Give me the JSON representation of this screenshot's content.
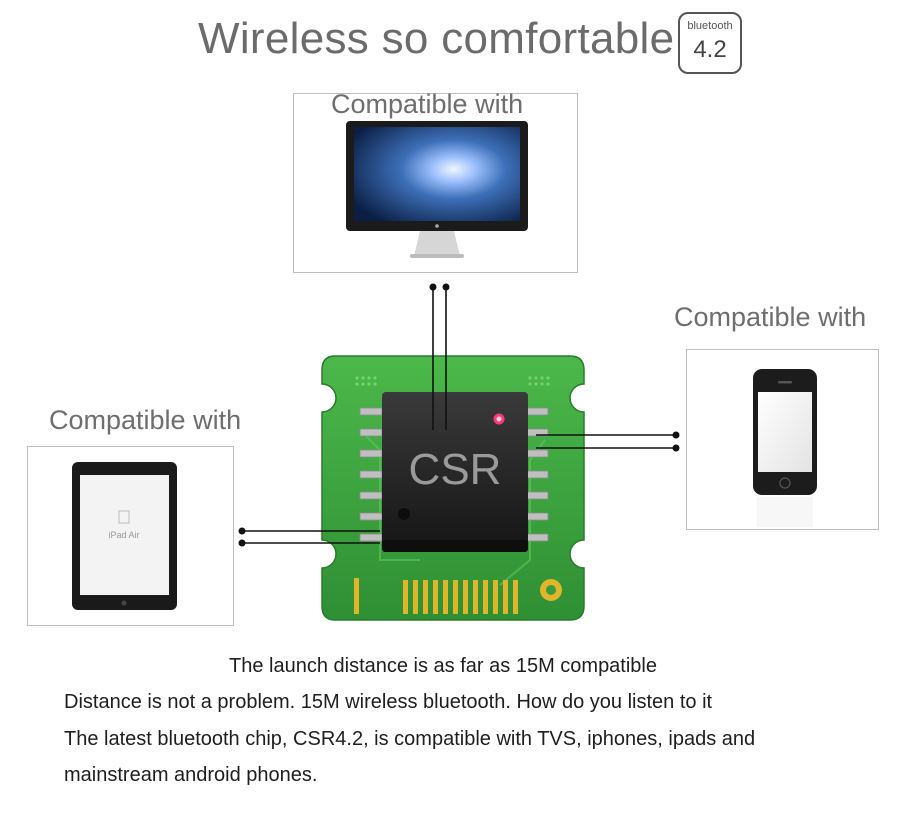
{
  "header": {
    "title": "Wireless so comfortable",
    "badge_word": "bluetooth",
    "badge_version": "4.2"
  },
  "devices": {
    "monitor_label": "Compatible with",
    "tablet_label": "Compatible with",
    "phone_label": "Compatible with",
    "tablet_screen_text": "iPad Air"
  },
  "chip": {
    "label": "CSR"
  },
  "text": {
    "line1": "The launch distance is as far as 15M compatible",
    "line2": "Distance is not a problem. 15M wireless bluetooth. How do you listen to it",
    "line3": "The latest bluetooth chip, CSR4.2, is compatible with TVS, iphones, ipads and",
    "line4": "mainstream android phones."
  }
}
